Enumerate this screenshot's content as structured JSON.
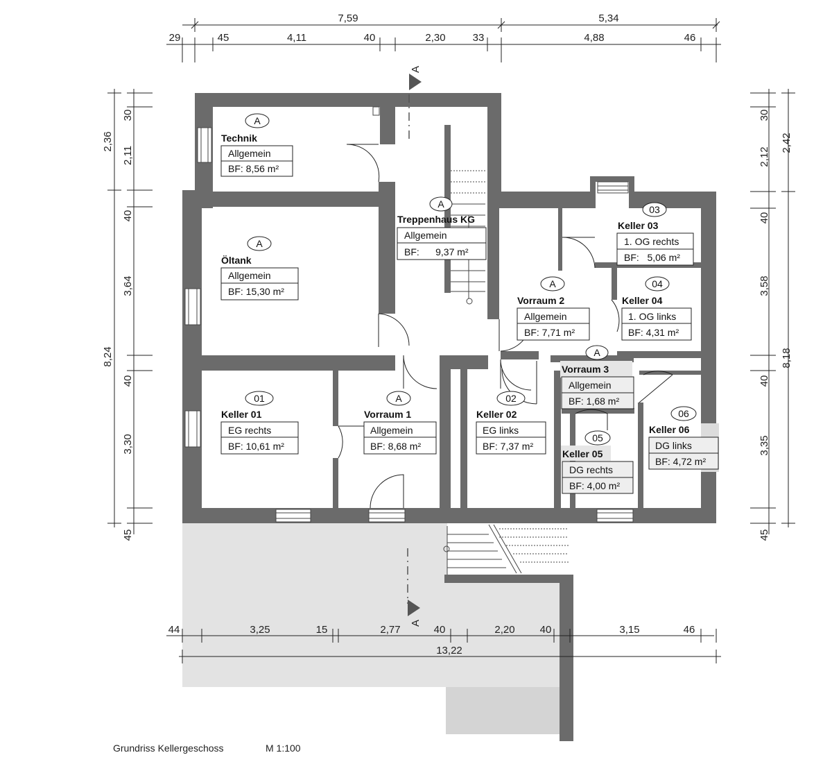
{
  "caption": {
    "title": "Grundriss Kellergeschoss",
    "scale": "M 1:100"
  },
  "section_marker": "A",
  "rooms": [
    {
      "id": "technik",
      "tag": "A",
      "name": "Technik",
      "use": "Allgemein",
      "area": "BF: 8,56 m²"
    },
    {
      "id": "oeltank",
      "tag": "A",
      "name": "Öltank",
      "use": "Allgemein",
      "area": "BF: 15,30 m²"
    },
    {
      "id": "treppenhaus",
      "tag": "A",
      "name": "Treppenhaus KG",
      "use": "Allgemein",
      "area": "BF:      9,37 m²"
    },
    {
      "id": "keller03",
      "tag": "03",
      "name": "Keller 03",
      "use": "1. OG rechts",
      "area": "BF:   5,06 m²"
    },
    {
      "id": "keller04",
      "tag": "04",
      "name": "Keller 04",
      "use": "1. OG links",
      "area": "BF: 4,31 m²"
    },
    {
      "id": "vorraum2",
      "tag": "A",
      "name": "Vorraum 2",
      "use": "Allgemein",
      "area": "BF: 7,71 m²"
    },
    {
      "id": "vorraum3",
      "tag": "A",
      "name": "Vorraum 3",
      "use": "Allgemein",
      "area": "BF: 1,68 m²"
    },
    {
      "id": "keller01",
      "tag": "01",
      "name": "Keller 01",
      "use": "EG rechts",
      "area": "BF: 10,61 m²"
    },
    {
      "id": "vorraum1",
      "tag": "A",
      "name": "Vorraum 1",
      "use": "Allgemein",
      "area": "BF: 8,68 m²"
    },
    {
      "id": "keller02",
      "tag": "02",
      "name": "Keller 02",
      "use": "EG links",
      "area": "BF: 7,37 m²"
    },
    {
      "id": "keller05",
      "tag": "05",
      "name": "Keller 05",
      "use": "DG rechts",
      "area": "BF: 4,00 m²"
    },
    {
      "id": "keller06",
      "tag": "06",
      "name": "Keller 06",
      "use": "DG links",
      "area": "BF: 4,72 m²"
    }
  ],
  "dimensions": {
    "top_overall": [
      "7,59",
      "5,34"
    ],
    "top_detail": [
      "29",
      "45",
      "4,11",
      "40",
      "2,30",
      "33",
      "4,88",
      "46"
    ],
    "bottom_detail": [
      "44",
      "3,25",
      "15",
      "2,77",
      "40",
      "2,20",
      "40",
      "3,15",
      "46"
    ],
    "bottom_overall": "13,22",
    "left_overall": [
      "2,36",
      "8,24"
    ],
    "left_detail": [
      "30",
      "2,11",
      "40",
      "3,64",
      "40",
      "3,30",
      "45"
    ],
    "right_overall": [
      "2,42",
      "8,18"
    ],
    "right_detail": [
      "30",
      "2,12",
      "40",
      "3,58",
      "40",
      "3,35",
      "45"
    ]
  }
}
